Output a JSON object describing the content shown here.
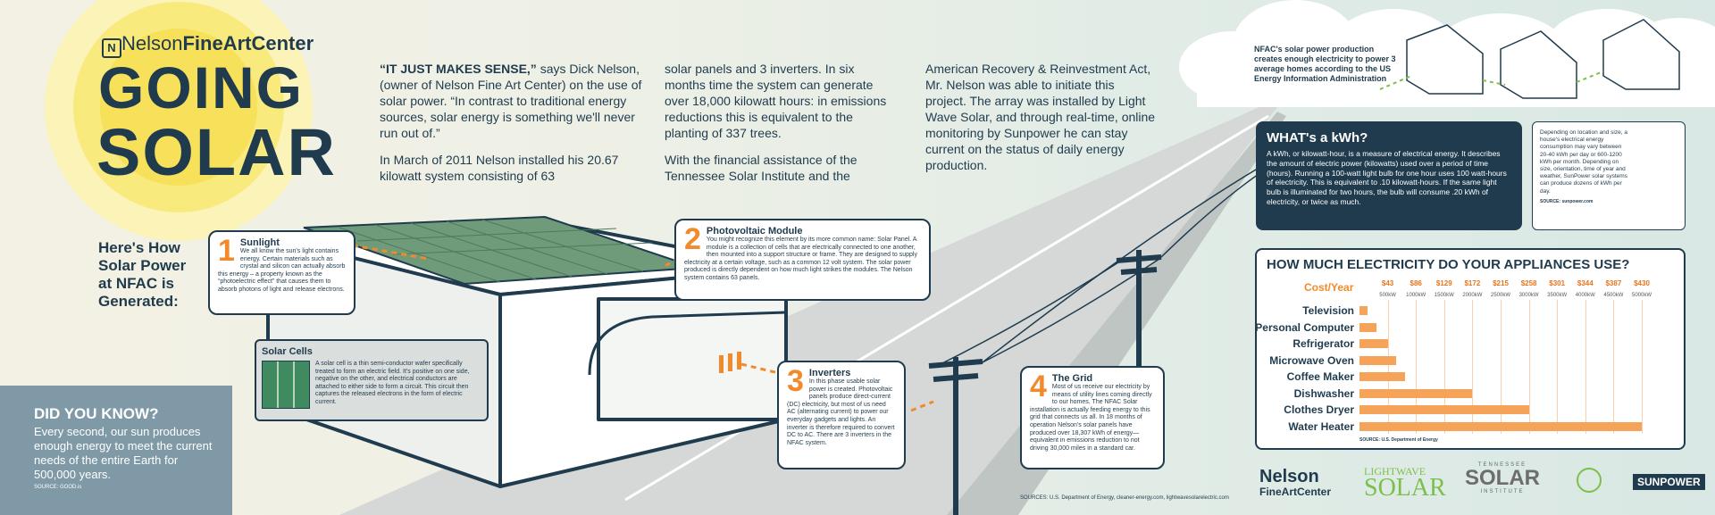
{
  "brand": {
    "logo_text_1": "Nelson",
    "logo_text_2": "FineArtCenter"
  },
  "title": {
    "line1": "GOING",
    "line2": "SOLAR"
  },
  "subtitle": "Here's How Solar Power at NFAC is Generated:",
  "intro": {
    "col1_p1_lead": "“IT JUST MAKES SENSE,”",
    "col1_p1": " says Dick Nelson, (owner of Nelson Fine Art Center) on the use of solar power. “In contrast to traditional energy sources, solar energy is something we'll never run out of.”",
    "col1_p2": "In March of 2011 Nelson installed his 20.67 kilowatt system consisting of 63",
    "col2_p1": "solar panels and 3 inverters. In six months time the system can generate over 18,000 kilowatt hours: in emissions reductions this is equivalent to the planting of 337 trees.",
    "col2_p2": "With the financial assistance of the Tennessee Solar Institute and the",
    "col3_p1": "American Recovery & Reinvestment Act, Mr. Nelson was able to initiate this project. The array was installed by Light Wave Solar, and through real-time, online monitoring by Sunpower he can stay current on the status of daily energy production."
  },
  "homes_note": "NFAC's solar power production creates enough electricity to power 3 average homes according to the US Energy Information Administration",
  "callouts": [
    {
      "num": "1",
      "title": "Sunlight",
      "body": "We all know the sun's light contains energy. Certain materials such as crystal and silicon can actually absorb this energy – a property known as the “photoelectric effect” that causes them to absorb photons of light and release electrons."
    },
    {
      "num": "2",
      "title": "Photovoltaic Module",
      "body": "You might recognize this element by its more common name: Solar Panel. A module is a collection of cells that are electrically connected to one another, then mounted into a support structure or frame. They are designed to supply electricity at a certain voltage, such as a common 12 volt system. The solar power produced is directly dependent on how much light strikes the modules. The Nelson system contains 63 panels."
    },
    {
      "num": "3",
      "title": "Inverters",
      "body": "In this phase usable solar power is created. Photovoltaic panels produce direct-current (DC) electricity, but most of us need AC (alternating current) to power our everyday gadgets and lights. An inverter is therefore required to convert DC to AC. There are 3 inverters in the NFAC system."
    },
    {
      "num": "4",
      "title": "The Grid",
      "body": "Most of us receive our electricity by means of utility lines coming directly to our homes. The NFAC Solar installation is actually feeding energy to this grid that connects us all. In 18 months of operation Nelson's solar panels have produced over 18,307 kWh of energy—equivalent in emissions reduction to not driving 30,000 miles in a standard car."
    }
  ],
  "solar_cells": {
    "title": "Solar Cells",
    "body": "A solar cell is a thin semi-conductor wafer specifically treated to form an electric field. It's positive on one side, negative on the other, and electrical conductors are attached to either side to form a circuit. This circuit then captures the released electrons in the form of electric current."
  },
  "did_you_know": {
    "title": "DID YOU KNOW?",
    "body": "Every second, our sun produces enough energy to meet the current needs of the entire Earth for 500,000 years.",
    "source": "SOURCE: GOOD.is"
  },
  "kwh": {
    "title": "WHAT's a kWh?",
    "body": "A kWh, or kilowatt-hour, is a measure of electrical energy. It describes the amount of electric power (kilowatts) used over a period of time (hours). Running a 100-watt light bulb for one hour uses 100 watt-hours of electricity. This is equivalent to .10 kilowatt-hours. If the same light bulb is illuminated for two hours, the bulb will consume .20 kWh of electricity, or twice as much.",
    "side": "Depending on location and size, a house's electrical energy consumption may vary between 20-40 kWh per day or 600-1200 kWh per month. Depending on size, orientation, time of year and weather, SunPower solar systems can produce dozens of kWh per day.",
    "side_source": "SOURCE: sunpower.com"
  },
  "chart_data": {
    "type": "bar",
    "title": "HOW MUCH ELECTRICITY DO YOUR APPLIANCES USE?",
    "xlabel": "Cost/Year",
    "cost_ticks": [
      "$43",
      "$86",
      "$129",
      "$172",
      "$215",
      "$258",
      "$301",
      "$344",
      "$387",
      "$430"
    ],
    "kwh_ticks": [
      "500kW",
      "1000kW",
      "1500kW",
      "2000kW",
      "2500kW",
      "3000kW",
      "3500kW",
      "4000kW",
      "4500kW",
      "5000kW"
    ],
    "xlim": [
      0,
      5000
    ],
    "categories": [
      "Television",
      "Personal Computer",
      "Refrigerator",
      "Microwave Oven",
      "Coffee Maker",
      "Dishwasher",
      "Clothes Dryer",
      "Water Heater"
    ],
    "values": [
      150,
      300,
      500,
      650,
      800,
      2000,
      3000,
      5000
    ],
    "source": "SOURCE: U.S. Department of Energy",
    "bar_color": "#f6a35a"
  },
  "sources_footer": "SOURCES: U.S. Department of Energy, cleaner-energy.com, lightwavesolarelectric.com",
  "partners": {
    "nelson_1": "Nelson",
    "nelson_2": "FineArtCenter",
    "lightwave_1": "LIGHTWAVE",
    "lightwave_2": "SOLAR",
    "tn_1": "TENNESSEE",
    "tn_2": "SOLAR",
    "tn_3": "INSTITUTE",
    "sunpower": "SUNPOWER"
  },
  "colors": {
    "navy": "#1f3b4d",
    "orange": "#f28a2b",
    "sun": "#f7e05a",
    "green": "#7cc04b"
  }
}
